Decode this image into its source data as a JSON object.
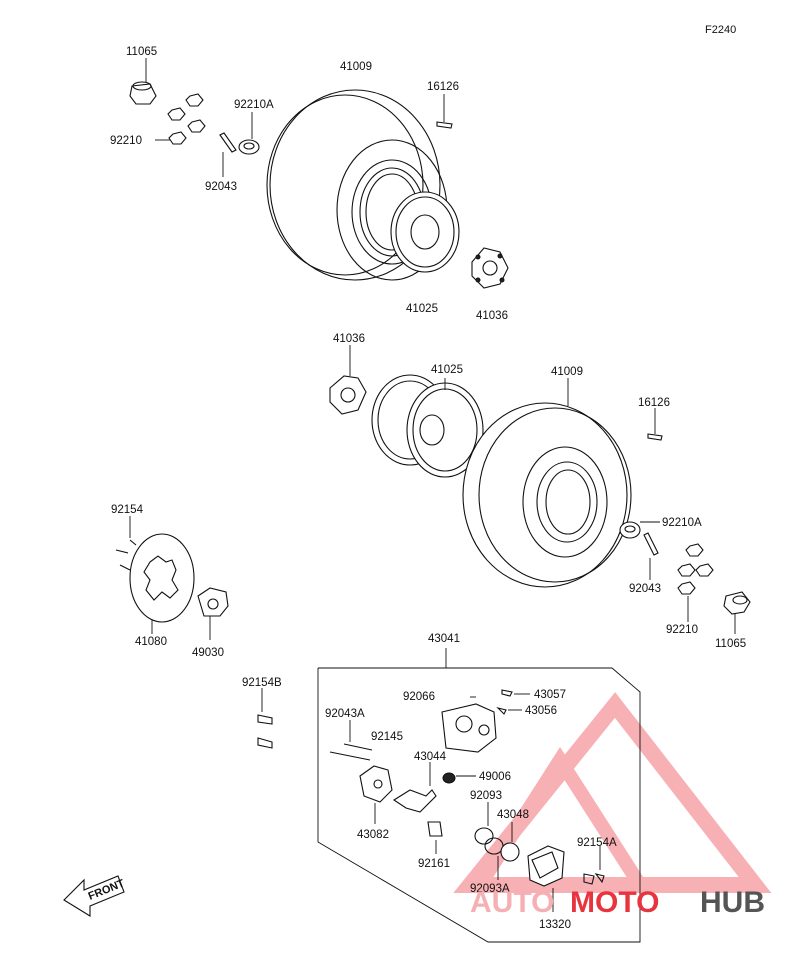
{
  "figure_code": "F2240",
  "front_label": "FRONT",
  "brand": {
    "part1": "AUTO",
    "part2": "MOTO",
    "part3": "HUB",
    "accent": "#e8343f",
    "accent_light": "#f6a3a8",
    "dark": "#555555"
  },
  "labels": {
    "l11065a": "11065",
    "l41009a": "41009",
    "l92210Aa": "92210A",
    "l16126a": "16126",
    "l92210a": "92210",
    "l92043a": "92043",
    "l41025a": "41025",
    "l41036a": "41036",
    "l41036b": "41036",
    "l41025b": "41025",
    "l41009b": "41009",
    "l16126b": "16126",
    "l92154": "92154",
    "l92210Ab": "92210A",
    "l92043b": "92043",
    "l92210b": "92210",
    "l11065b": "11065",
    "l41080": "41080",
    "l49030": "49030",
    "l43041": "43041",
    "l92154B": "92154B",
    "l92066": "92066",
    "l43057": "43057",
    "l43056": "43056",
    "l92043A": "92043A",
    "l92145": "92145",
    "l43044": "43044",
    "l49006": "49006",
    "l92093": "92093",
    "l43048": "43048",
    "l43082": "43082",
    "l92161": "92161",
    "l92154A": "92154A",
    "l92093A": "92093A",
    "l13320": "13320"
  }
}
